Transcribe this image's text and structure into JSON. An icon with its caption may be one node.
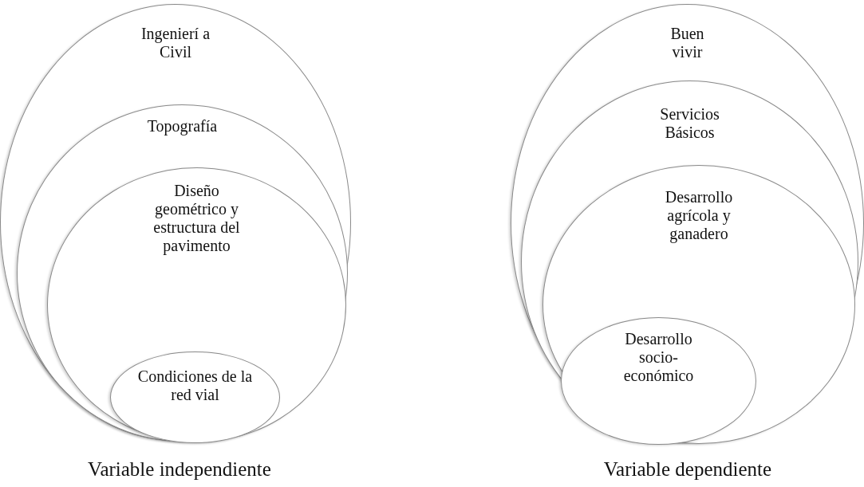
{
  "diagram": {
    "nodes": [
      {
        "text": [
          "Ingenierí a Civil"
        ],
        "beside": [
          "Variable independiente"
        ]
      },
      {
        "text": [
          "Topografía"
        ],
        "in": 0
      },
      {
        "text": [
          "Diseño geométrico y estructura del pavimento"
        ],
        "in": 1
      },
      {
        "text": [
          "Condiciones de la red vial"
        ],
        "in": 2
      },
      {
        "text": [
          "Buen vivir"
        ],
        "beside": [
          "Variable dependiente"
        ]
      },
      {
        "text": [
          "Servicios Básicos"
        ],
        "in": 4
      },
      {
        "text": [
          "Desarrollo agrícola y ganadero"
        ],
        "in": 5
      },
      {
        "text": [
          "Desarrollo socio- económico"
        ],
        "in": 6
      }
    ]
  }
}
